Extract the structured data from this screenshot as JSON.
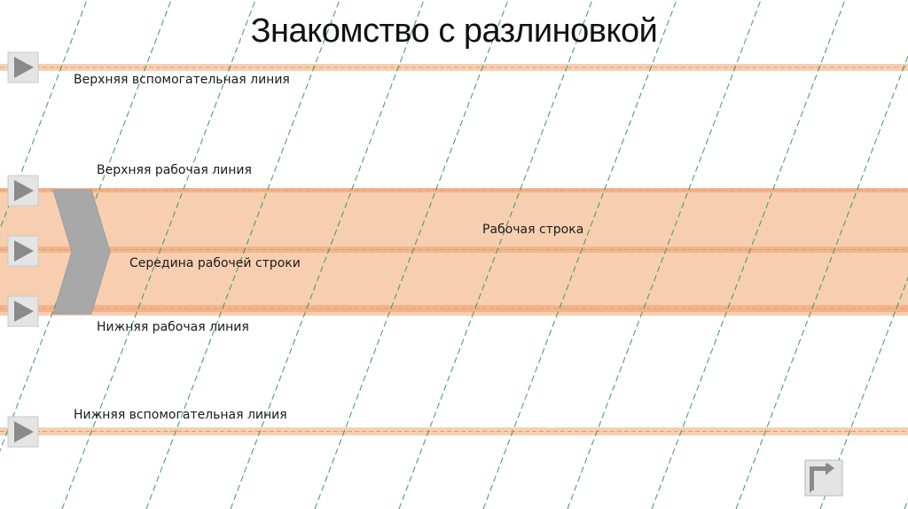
{
  "slide": {
    "title": "Знакомство с разлиновкой"
  },
  "labels": {
    "upper_auxiliary": "Верхняя вспомогательная линия",
    "upper_working": "Верхняя рабочая линия",
    "working_row": "Рабочая строка",
    "middle": "Середина рабочей строки",
    "lower_working": "Нижняя рабочая линия",
    "lower_auxiliary": "Нижняя вспомогательная линия"
  },
  "icons": {
    "line_marker": "play-triangle-icon",
    "return": "return-arrow-icon",
    "pointer": "chevron-pointer-icon"
  },
  "colors": {
    "band": "#f7cfb0",
    "line": "#f2b48c",
    "dash": "#d9a07a",
    "slant": "#3a9a5a",
    "pointer": "#a8a8a8",
    "button_face": "#e4e4e4",
    "button_arrow": "#8a8a8a"
  }
}
